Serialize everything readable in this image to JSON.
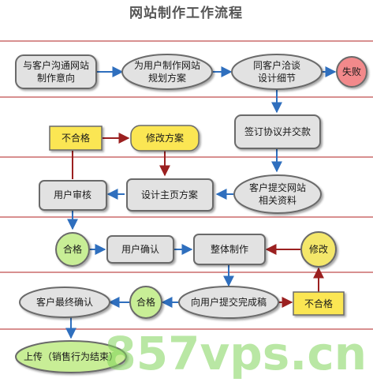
{
  "title": "网站制作工作流程",
  "watermark": "857vps.cn",
  "nodes": {
    "communicate": [
      "与客户沟通网站",
      "制作意向"
    ],
    "plan": [
      "为用户制作网站",
      "规划方案"
    ],
    "negotiate": [
      "同客户洽谈",
      "设计细节"
    ],
    "fail": [
      "失败"
    ],
    "sign": [
      "签订协议并交款"
    ],
    "submit": [
      "客户提交网站",
      "相关资料"
    ],
    "design": [
      "设计主页方案"
    ],
    "review": [
      "用户审核"
    ],
    "unqualified_top": [
      "不合格"
    ],
    "modify_plan": [
      "修改方案"
    ],
    "qualified_mid": [
      "合格"
    ],
    "confirm": [
      "用户确认"
    ],
    "build": [
      "整体制作"
    ],
    "modify": [
      "修改"
    ],
    "submit_done": [
      "向用户提交完成稿"
    ],
    "qualified_low": [
      "合格"
    ],
    "unqualified_low": [
      "不合格"
    ],
    "final_confirm": [
      "客户最终确认"
    ],
    "upload": [
      "上传（销售行为结束）"
    ]
  },
  "colors": {
    "node_fill": "#e2e2e2",
    "node_border": "#6a6a6a",
    "green": "#c8ee96",
    "yellow": "#fbe652",
    "yellow_circle": "#f4e76a",
    "fail_red": "#f2898b",
    "arrow_blue": "#2f6fbe",
    "arrow_red": "#9b2020",
    "separator": "#b22222"
  }
}
